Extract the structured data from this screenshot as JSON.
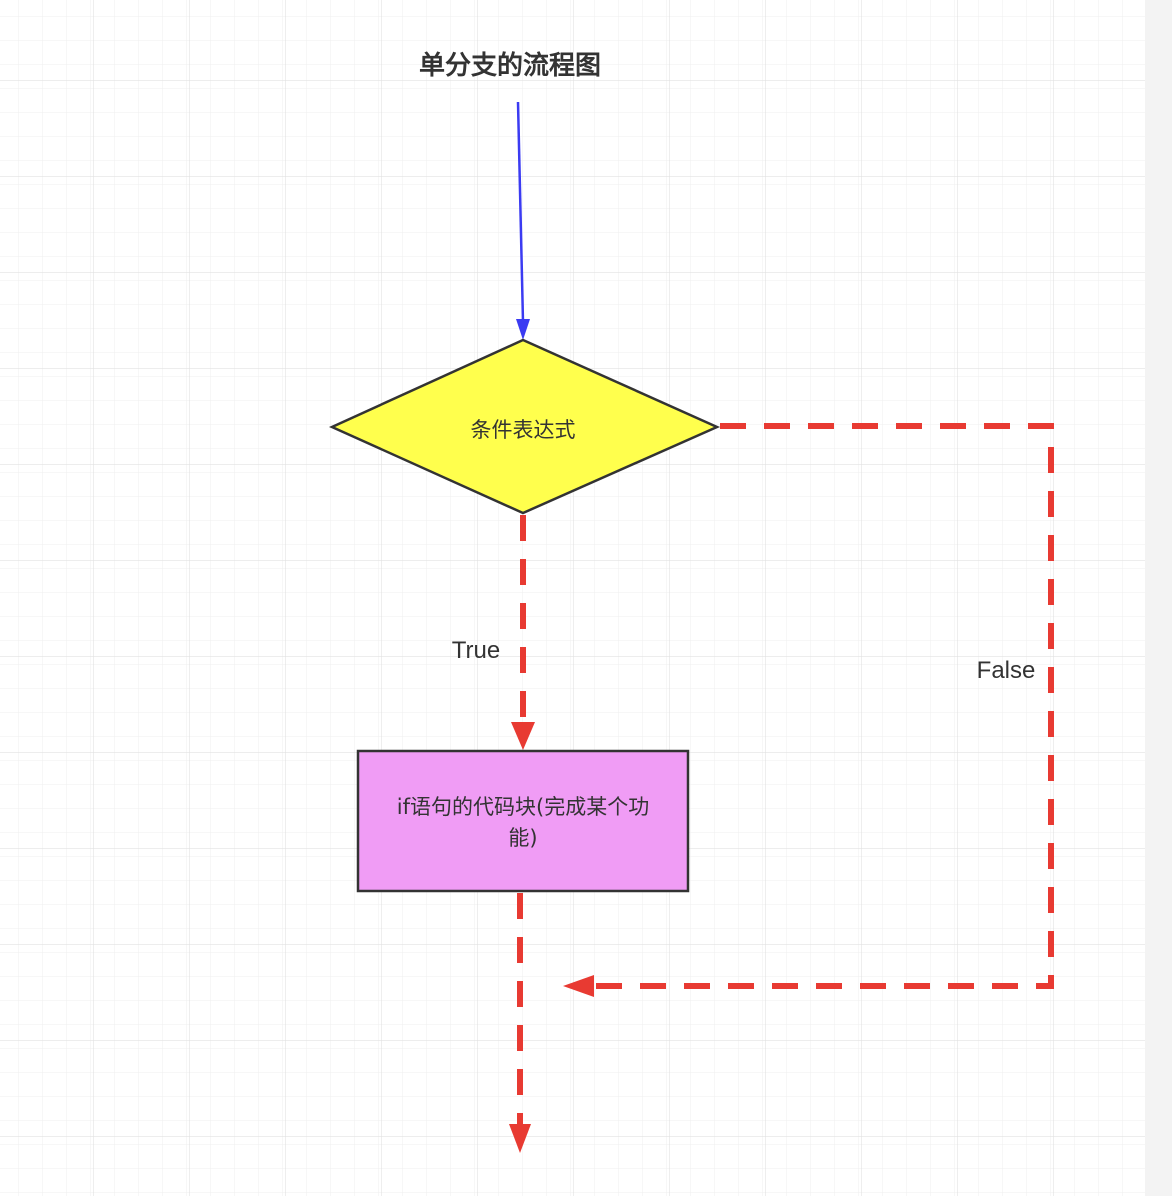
{
  "title": "单分支的流程图",
  "nodes": {
    "condition": {
      "label": "条件表达式",
      "fill": "#ffff4d",
      "stroke": "#333333"
    },
    "action": {
      "label_line1": "if语句的代码块(完成某个功",
      "label_line2": "能)",
      "fill": "#f09cf5",
      "stroke": "#333333"
    }
  },
  "edges": {
    "entry": {
      "color": "#3b3bf2"
    },
    "true_branch": {
      "label": "True",
      "color": "#e83a32"
    },
    "false_branch": {
      "label": "False",
      "color": "#e83a32"
    }
  },
  "colors": {
    "grid_line": "#e6e6e6",
    "text": "#333333"
  }
}
